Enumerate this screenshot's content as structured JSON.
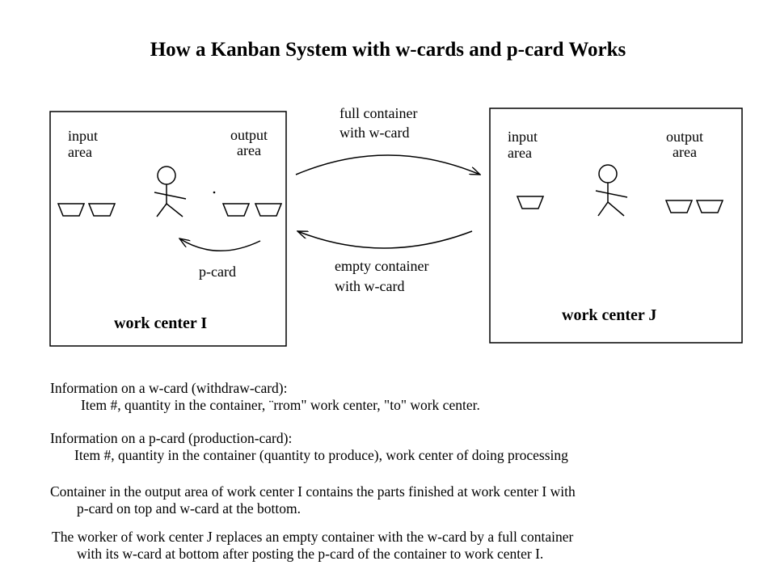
{
  "title": "How a Kanban System with w-cards and p-card Works",
  "diagram": {
    "work_center_i": {
      "label": "work  center I",
      "input_label": [
        "input",
        "area"
      ],
      "output_label": [
        "output",
        "area"
      ]
    },
    "work_center_j": {
      "label": "work  center J",
      "input_label": [
        "input",
        "area"
      ],
      "output_label": [
        "output",
        "area"
      ]
    },
    "arrow_full": [
      "full container",
      "with w-card"
    ],
    "arrow_empty": [
      "empty container",
      "with w-card"
    ],
    "arrow_pcard": "p-card"
  },
  "info": [
    {
      "heading": "Information on a w-card  (withdraw-card):",
      "detail": "Item #, quantity in the container, ¨rrom\" work center, \"to\" work center."
    },
    {
      "heading": "Information on a p-card (production-card):",
      "detail": "Item #, quantity in the container (quantity to produce), work center of doing processing"
    },
    {
      "heading": "Container in the output area of work center I contains the parts finished at work center I with",
      "detail": "p-card on top and w-card at the bottom."
    },
    {
      "heading": "The worker of work center J replaces an empty container with the w-card by a full container",
      "detail": "with its w-card at bottom after posting the p-card of the container to work center I."
    }
  ]
}
